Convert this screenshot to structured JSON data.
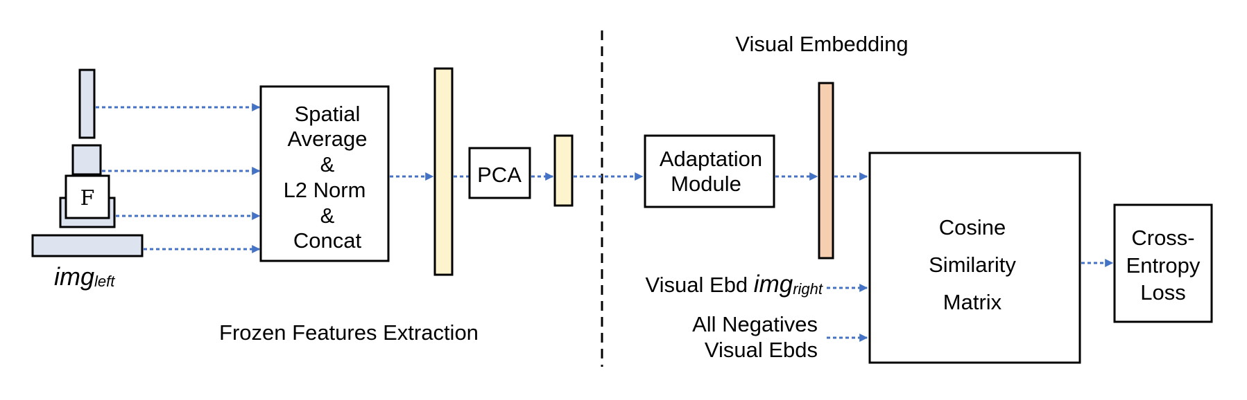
{
  "labels": {
    "visual_embedding": "Visual Embedding",
    "frozen_features": "Frozen Features Extraction",
    "img_left_main": "img",
    "img_left_sub": "left",
    "backbone": "F",
    "spatial_box": [
      "Spatial",
      "Average",
      "&",
      "L2 Norm",
      "&",
      "Concat"
    ],
    "pca": "PCA",
    "adaptation": [
      "Adaptation",
      "Module"
    ],
    "cosine": [
      "Cosine",
      "Similarity",
      "Matrix"
    ],
    "loss": [
      "Cross-",
      "Entropy",
      "Loss"
    ],
    "visual_ebd_right_prefix": "Visual Ebd ",
    "visual_ebd_right_main": "img",
    "visual_ebd_right_sub": "right",
    "negatives": [
      "All Negatives",
      "Visual Ebds"
    ]
  },
  "colors": {
    "arrow": "#4472c4",
    "feature_map": "#dde3ef",
    "embedding_yellow": "#fdf3cc",
    "embedding_orange": "#f6cfb0"
  }
}
